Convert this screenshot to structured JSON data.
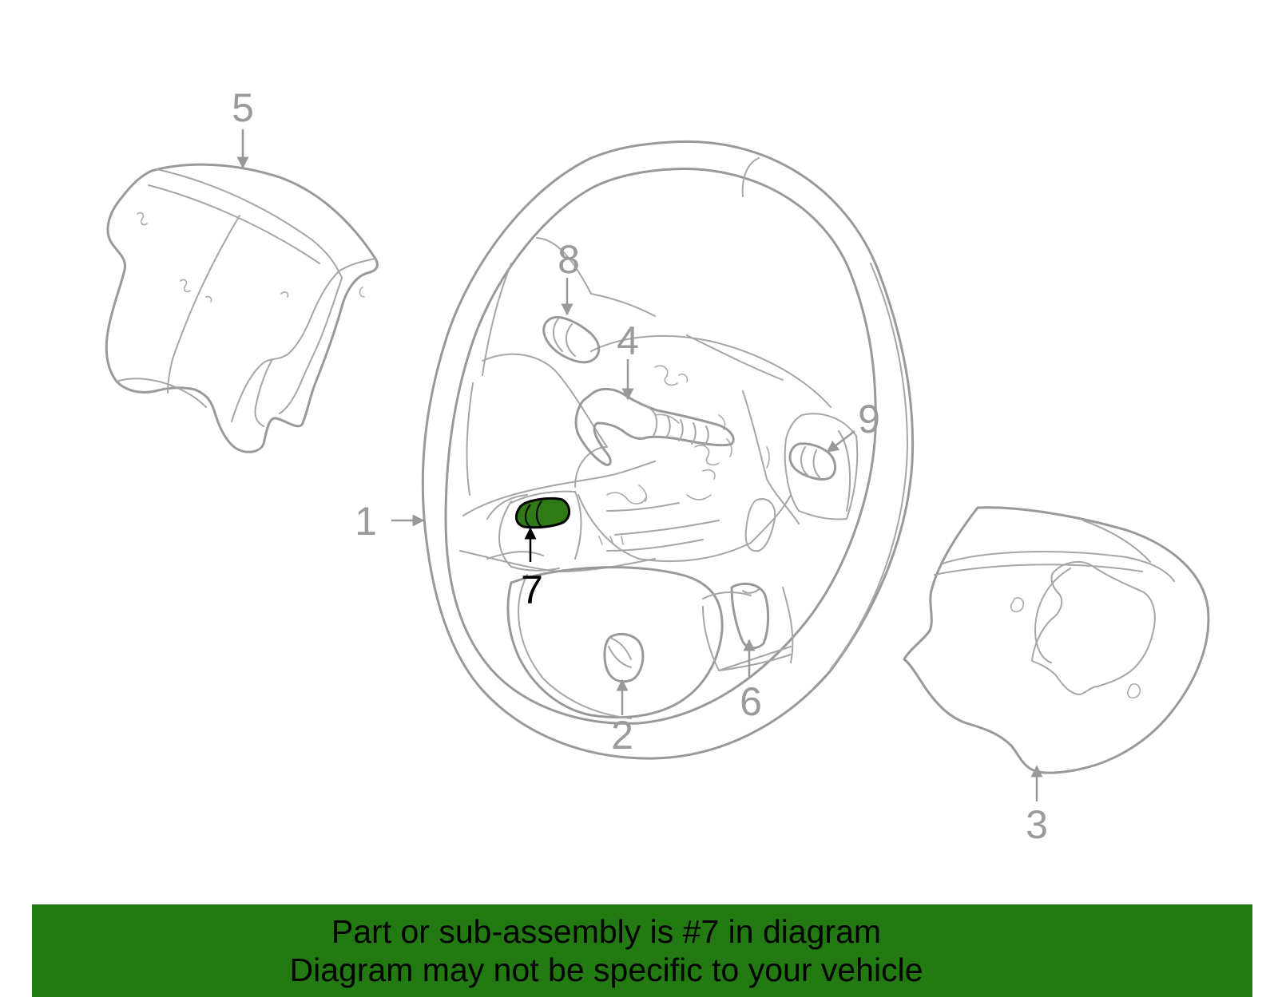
{
  "callouts": {
    "c1": "1",
    "c2": "2",
    "c3": "3",
    "c4": "4",
    "c5": "5",
    "c6": "6",
    "c7": "7",
    "c8": "8",
    "c9": "9"
  },
  "highlighted_part": "7",
  "colors": {
    "line": "#999999",
    "highlight": "#2f7a16",
    "banner": "#237a12"
  },
  "banner": {
    "line1": "Part or sub-assembly is #7 in diagram",
    "line2": "Diagram may not be specific to your vehicle"
  }
}
